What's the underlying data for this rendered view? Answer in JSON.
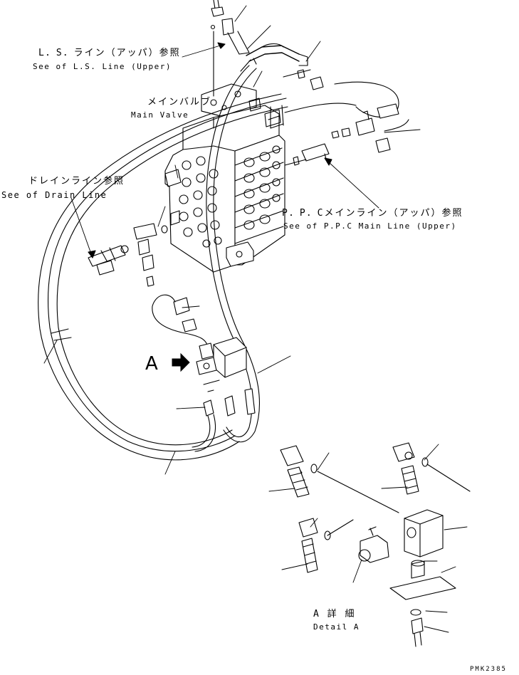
{
  "callouts": {
    "ls_line": {
      "jp": "L．S．ライン（アッパ）参照",
      "en": "See of L.S. Line (Upper)"
    },
    "main_valve": {
      "jp": "メインバルブ",
      "en": "Main Valve"
    },
    "drain_line": {
      "jp": "ドレインライン参照",
      "en": "See of Drain Line"
    },
    "ppc_line": {
      "jp": "P．P．Cメインライン（アッパ）参照",
      "en": "See of P.P.C Main Line (Upper)"
    },
    "view_a": {
      "letter": "A",
      "arrow_icon": "right-arrow-icon"
    },
    "detail_a": {
      "jp": "A 詳 細",
      "en": "Detail A"
    }
  },
  "drawing_code": "PMK2385",
  "colors": {
    "line": "#000000",
    "background": "#ffffff"
  }
}
